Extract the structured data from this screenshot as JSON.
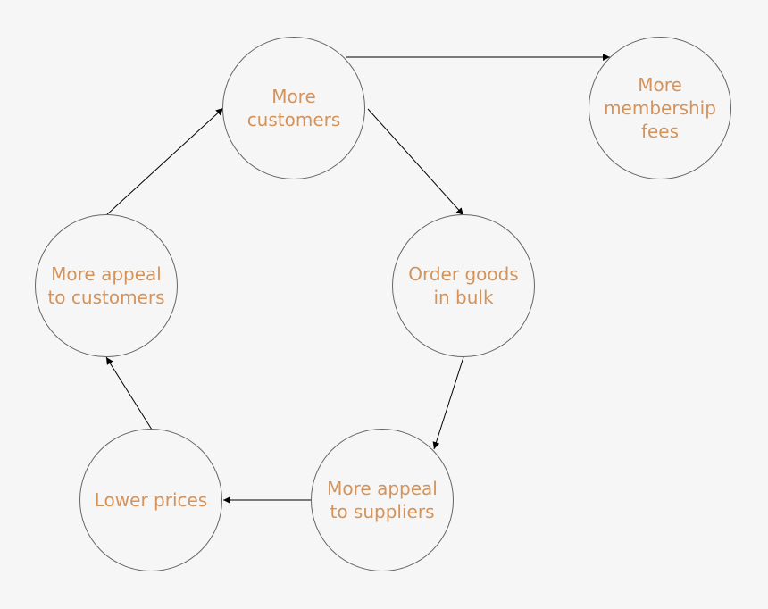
{
  "diagram": {
    "colors": {
      "background": "#f6f6f6",
      "node_text": "#d4935b",
      "node_border": "#666666",
      "edge": "#000000"
    },
    "nodes": [
      {
        "id": "more-customers",
        "label": "More\ncustomers"
      },
      {
        "id": "more-membership-fees",
        "label": "More\nmembership\nfees"
      },
      {
        "id": "order-goods-in-bulk",
        "label": "Order goods\nin bulk"
      },
      {
        "id": "more-appeal-to-suppliers",
        "label": "More appeal\nto suppliers"
      },
      {
        "id": "lower-prices",
        "label": "Lower prices"
      },
      {
        "id": "more-appeal-to-customers",
        "label": "More appeal\nto customers"
      }
    ],
    "edges": [
      {
        "from": "more-customers",
        "to": "more-membership-fees"
      },
      {
        "from": "more-customers",
        "to": "order-goods-in-bulk"
      },
      {
        "from": "order-goods-in-bulk",
        "to": "more-appeal-to-suppliers"
      },
      {
        "from": "more-appeal-to-suppliers",
        "to": "lower-prices"
      },
      {
        "from": "lower-prices",
        "to": "more-appeal-to-customers"
      },
      {
        "from": "more-appeal-to-customers",
        "to": "more-customers"
      }
    ]
  }
}
